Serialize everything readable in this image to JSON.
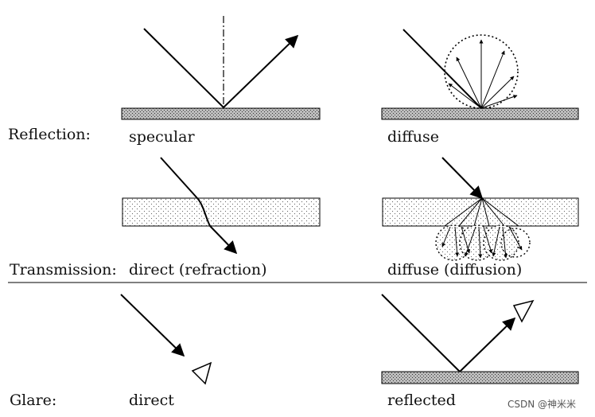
{
  "rows": {
    "reflection": {
      "label": "Reflection:",
      "left_caption": "specular",
      "right_caption": "diffuse"
    },
    "transmission": {
      "label": "Transmission:",
      "left_caption": "direct (refraction)",
      "right_caption": "diffuse (diffusion)"
    },
    "glare": {
      "label": "Glare:",
      "left_caption": "direct",
      "right_caption": "reflected"
    }
  },
  "watermark": "CSDN @神米米"
}
